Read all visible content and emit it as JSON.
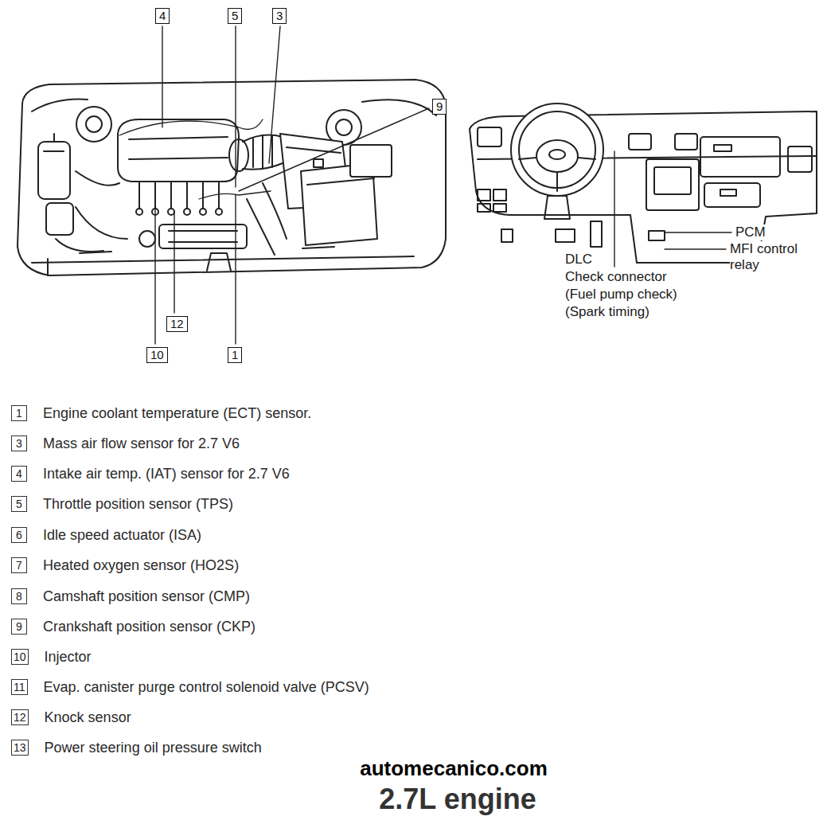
{
  "diagram": {
    "caption": "2.7L engine",
    "nodes": [
      {
        "text": [
          "4"
        ]
      },
      {
        "text": [
          "5"
        ]
      },
      {
        "text": [
          "3"
        ]
      },
      {
        "text": [
          "9"
        ]
      },
      {
        "text": [
          "12"
        ]
      },
      {
        "text": [
          "10"
        ]
      },
      {
        "text": [
          "1"
        ]
      },
      {
        "text": [
          "1",
          "Engine coolant temperature (ECT) sensor."
        ]
      },
      {
        "text": [
          "3",
          "Mass air flow sensor for 2.7 V6"
        ]
      },
      {
        "text": [
          "4",
          "Intake air temp. (IAT) sensor for 2.7 V6"
        ]
      },
      {
        "text": [
          "5",
          "Throttle position sensor (TPS)"
        ]
      },
      {
        "text": [
          "6",
          "Idle speed actuator (ISA)"
        ]
      },
      {
        "text": [
          "7",
          "Heated oxygen sensor (HO2S)"
        ]
      },
      {
        "text": [
          "8",
          "Camshaft position sensor (CMP)"
        ]
      },
      {
        "text": [
          "9",
          "Crankshaft position sensor (CKP)"
        ]
      },
      {
        "text": [
          "10",
          "Injector"
        ]
      },
      {
        "text": [
          "11",
          "Evap. canister purge control solenoid valve (PCSV)"
        ]
      },
      {
        "text": [
          "12",
          "Knock sensor"
        ]
      },
      {
        "text": [
          "13",
          "Power steering oil pressure switch"
        ]
      }
    ],
    "labels": [
      "DLC",
      "Check connector",
      "(Fuel pump check)",
      "(Spark timing)",
      "PCM",
      "MFI control relay",
      "automecanico.com"
    ]
  }
}
